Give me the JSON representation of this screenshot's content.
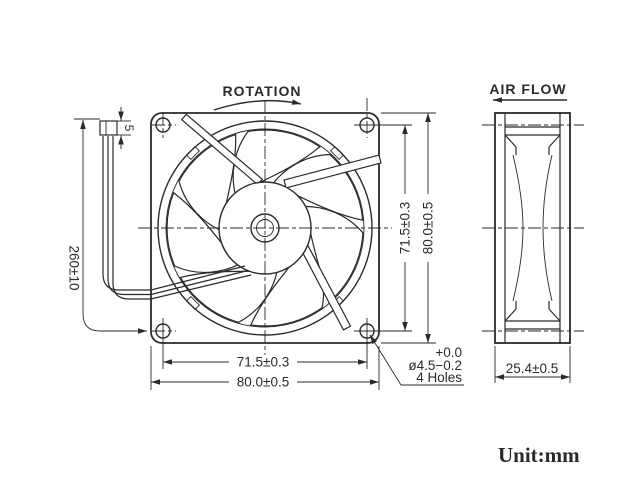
{
  "colors": {
    "line": "#2a2a2a",
    "bg": "#ffffff"
  },
  "front_view": {
    "rotation_label": "ROTATION",
    "lead_length_dim": "260±10",
    "lead_end_dim": "5",
    "hole_pitch_vertical_dim": "71.5±0.3",
    "frame_height_dim": "80.0±0.5",
    "hole_pitch_horizontal_dim": "71.5±0.3",
    "frame_width_dim": "80.0±0.5",
    "hole_callout_tolerance_upper": "+0.0",
    "hole_callout_diameter": "ø4.5−0.2",
    "hole_callout_count": "4 Holes"
  },
  "side_view": {
    "air_flow_label": "AIR FLOW",
    "depth_dim": "25.4±0.5"
  },
  "footer": {
    "unit_label": "Unit:mm"
  }
}
